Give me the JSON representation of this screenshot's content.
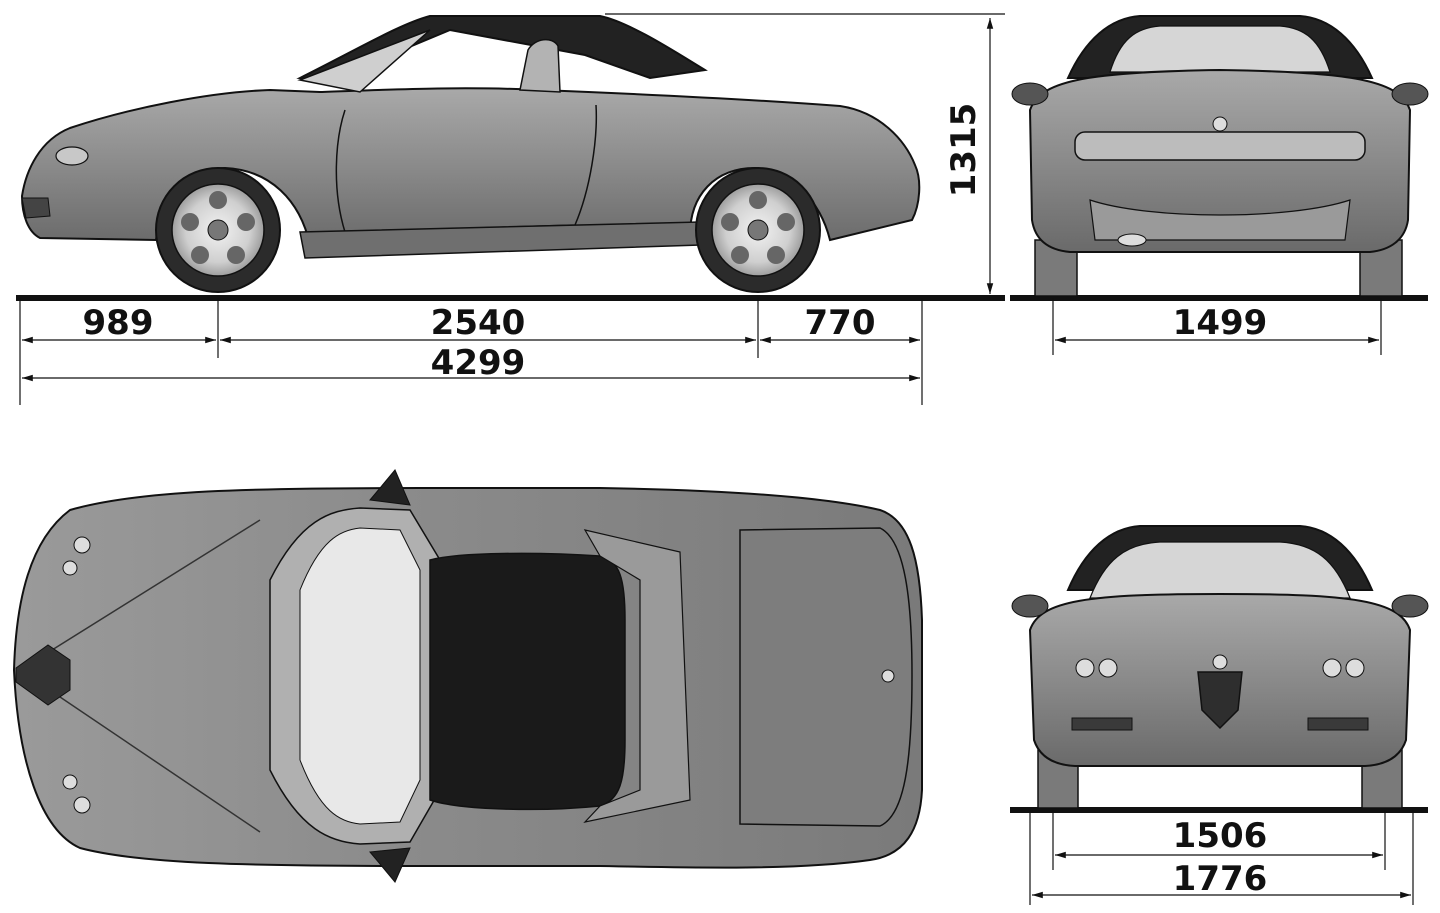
{
  "dimensions": {
    "front_overhang": "989",
    "wheelbase": "2540",
    "rear_overhang": "770",
    "overall_length": "4299",
    "height": "1315",
    "rear_track": "1499",
    "front_track": "1506",
    "overall_width": "1776"
  },
  "colors": {
    "body_fill": "#8d8d8d",
    "body_dark": "#5a5a5a",
    "body_light": "#b5b5b5",
    "roof": "#222222",
    "glass": "#d9d9d9",
    "outline": "#111111",
    "ground": "#111111"
  }
}
